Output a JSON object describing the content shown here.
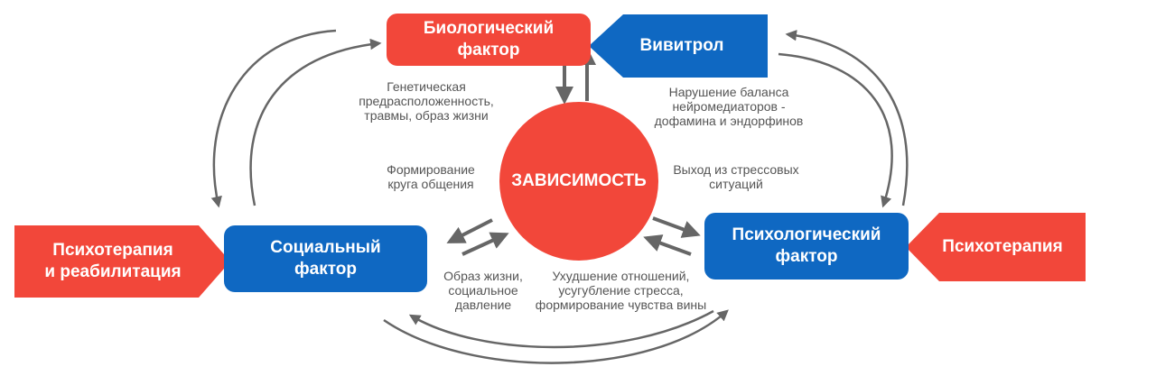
{
  "center": {
    "label": "ЗАВИСИМОСТЬ"
  },
  "biological": {
    "label": "Биологический\nфактор"
  },
  "social": {
    "label": "Социальный\nфактор"
  },
  "psychological": {
    "label": "Психологический\nфактор"
  },
  "treatments": {
    "vivitrol": "Вивитрол",
    "psychotherapy_rehab": "Психотерапия\nи реабилитация",
    "psychotherapy": "Психотерапия"
  },
  "annotations": {
    "genetic": "Генетическая\nпредрасположенность,\nтравмы, образ жизни",
    "neuro": "Нарушение баланса\nнейромедиаторов -\nдофамина и эндорфинов",
    "circle_forming": "Формирование\nкруга общения",
    "stress_exit": "Выход из стрессовых\nситуаций",
    "lifestyle": "Образ жизни,\nсоциальное\nдавление",
    "worsening": "Ухудшение отношений,\nусугубление стресса,\nформирование чувства вины"
  },
  "colors": {
    "red": "#f2473a",
    "blue": "#0f68c2",
    "arrow": "#666666",
    "text": "#555555"
  }
}
